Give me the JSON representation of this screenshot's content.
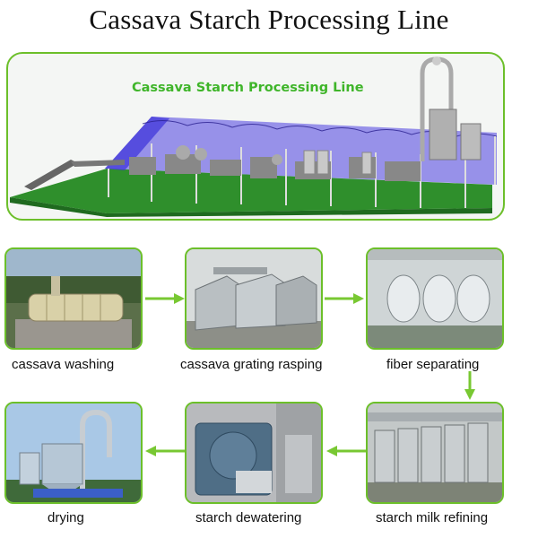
{
  "title": "Cassava Starch Processing Line",
  "hero": {
    "title": "Cassava Starch Processing Line"
  },
  "steps": [
    {
      "label": "cassava washing"
    },
    {
      "label": "cassava grating rasping"
    },
    {
      "label": "fiber separating"
    },
    {
      "label": "starch milk refining"
    },
    {
      "label": "starch dewatering"
    },
    {
      "label": "drying"
    }
  ],
  "colors": {
    "border": "#6cbf2a",
    "arrow": "#78c832",
    "hero_title": "#3fb52a",
    "roof": "#3b30d8",
    "floor": "#2e8a2a"
  }
}
